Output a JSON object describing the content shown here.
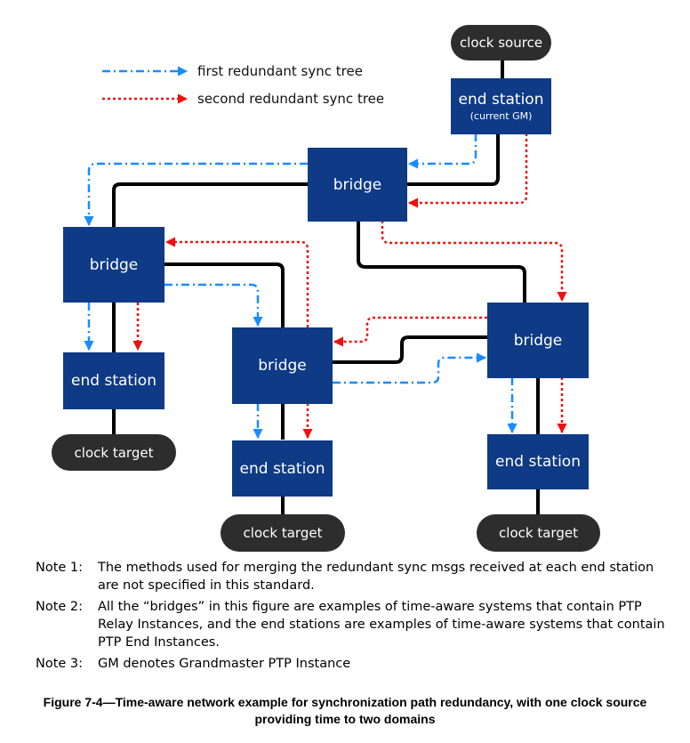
{
  "legend": {
    "first": "first redundant sync tree",
    "second": "second redundant sync tree"
  },
  "nodes": {
    "clock_source": "clock source",
    "end_station_gm": "end station",
    "end_station_gm_sub": "(current GM)",
    "bridge_top": "bridge",
    "bridge_left": "bridge",
    "bridge_middle": "bridge",
    "bridge_right": "bridge",
    "end_station_left": "end station",
    "end_station_middle": "end station",
    "end_station_right": "end station",
    "clock_target_left": "clock target",
    "clock_target_middle": "clock target",
    "clock_target_right": "clock target"
  },
  "colors": {
    "node_fill": "#0e3a86",
    "pill_fill": "#2d2d2d",
    "first_tree": "#1a8cff",
    "second_tree": "#ee1111",
    "link": "#000000"
  },
  "notes": [
    {
      "label": "Note 1:",
      "text": "The methods used for merging the redundant sync msgs received at each end station are not specified in this standard."
    },
    {
      "label": "Note 2:",
      "text": "All the “bridges” in this figure are examples of time-aware systems that contain PTP Relay Instances, and the end stations are examples of time-aware systems that contain PTP End Instances."
    },
    {
      "label": "Note 3:",
      "text": "GM denotes Grandmaster PTP Instance"
    }
  ],
  "caption": "Figure 7-4—Time-aware network example for synchronization path redundancy, with one clock source providing time to two domains"
}
